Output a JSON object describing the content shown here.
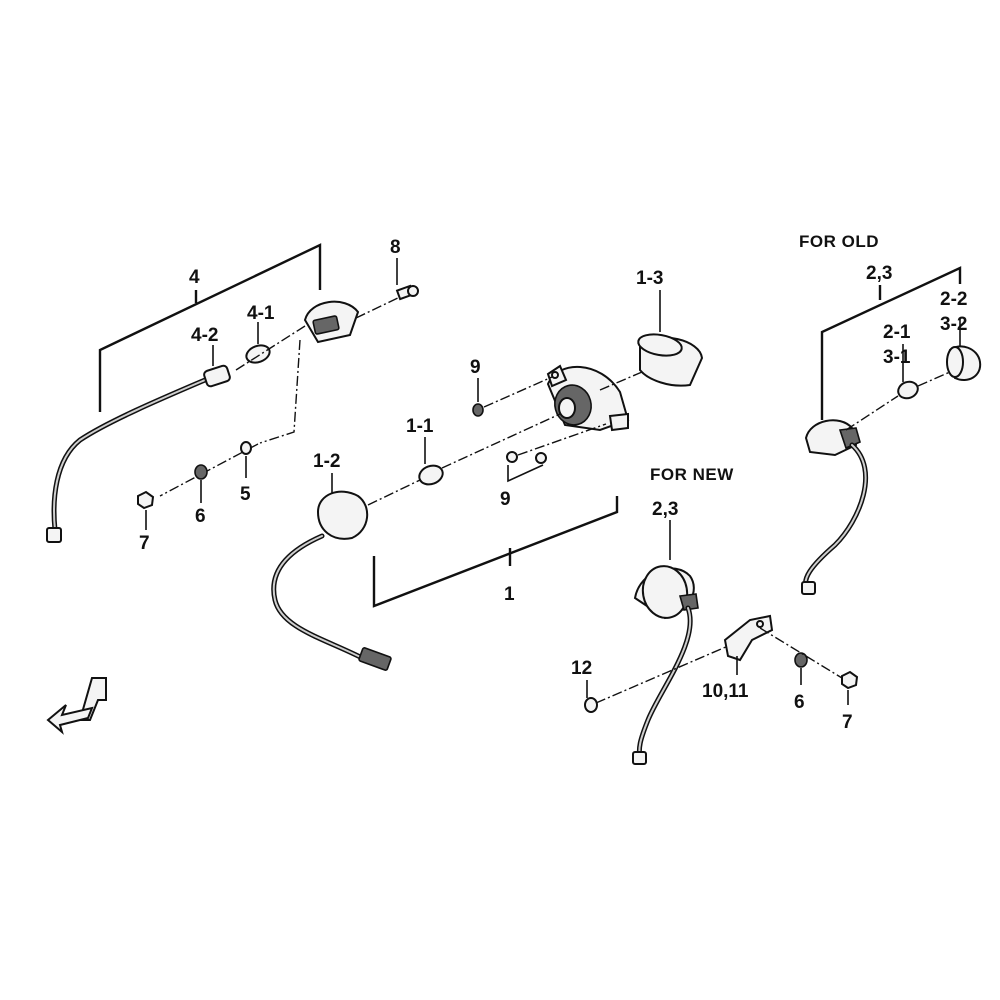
{
  "headers": {
    "for_old": "FOR OLD",
    "for_new": "FOR NEW"
  },
  "labels": {
    "p4": "4",
    "p4_1": "4-1",
    "p4_2": "4-2",
    "p5": "5",
    "p6_left": "6",
    "p7_left": "7",
    "p8": "8",
    "p9_top": "9",
    "p9_bottom": "9",
    "p1": "1",
    "p1_1": "1-1",
    "p1_2": "1-2",
    "p1_3": "1-3",
    "p23_old": "2,3",
    "p2_1": "2-1",
    "p3_1": "3-1",
    "p2_2": "2-2",
    "p3_2": "3-2",
    "p23_new": "2,3",
    "p12": "12",
    "p10_11": "10,11",
    "p6_right": "6",
    "p7_right": "7"
  },
  "icons": {
    "front_direction": "front-arrow-icon"
  }
}
